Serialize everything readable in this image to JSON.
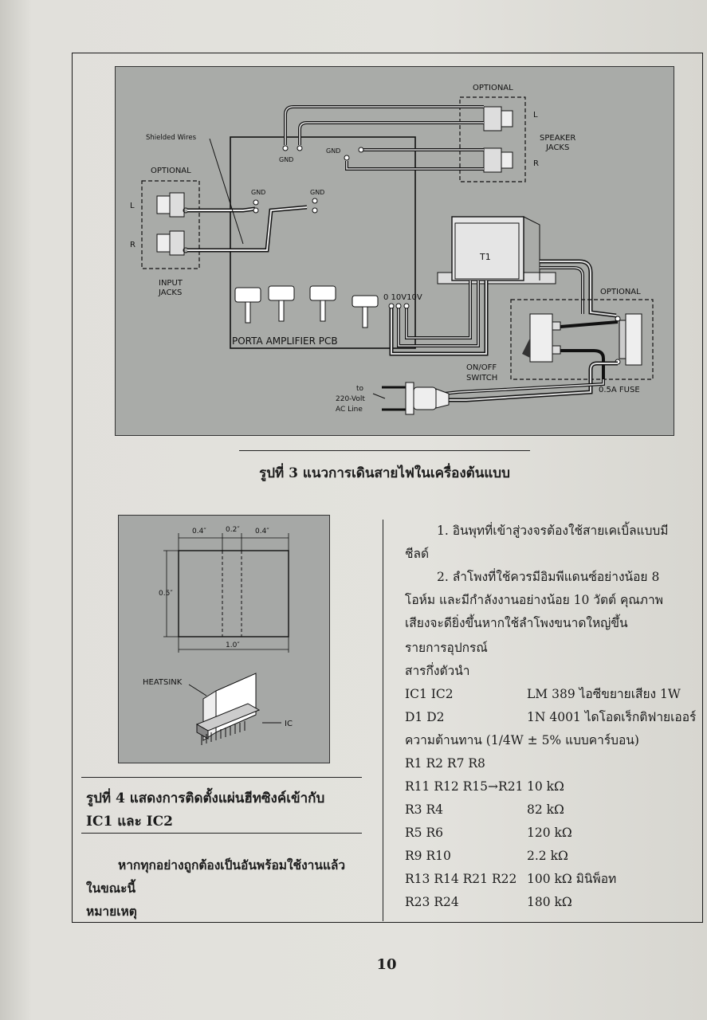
{
  "figure3": {
    "labels": {
      "optional_top": "OPTIONAL",
      "shielded_wires": "Shielded Wires",
      "optional_input": "OPTIONAL",
      "input_l": "L",
      "input_r": "R",
      "input_jacks_1": "INPUT",
      "input_jacks_2": "JACKS",
      "gnd": "GND",
      "speaker_jacks_1": "SPEAKER",
      "speaker_jacks_2": "JACKS",
      "spk_l": "L",
      "spk_r": "R",
      "transformer": "T1",
      "pcb": "PORTA AMPLIFIER PCB",
      "taps": "0 10V10V",
      "optional_fuse": "OPTIONAL",
      "switch_1": "ON/OFF",
      "switch_2": "SWITCH",
      "fuse": "0.5A FUSE",
      "ac_1": "to",
      "ac_2": "220-Volt",
      "ac_3": "AC Line"
    },
    "caption": "รูปที่ 3 แนวการเดินสายไฟในเครื่องต้นแบบ"
  },
  "figure4": {
    "labels": {
      "dim_a": "0.4″",
      "dim_b": "0.2″",
      "dim_c": "0.4″",
      "dim_h": "0.5″",
      "dim_w": "1.0″",
      "heatsink": "HEATSINK",
      "ic": "IC"
    },
    "caption_line1": "รูปที่ 4 แสดงการติดตั้งแผ่นฮีทซิงค์เข้ากับ",
    "caption_line2": "IC1 และ IC2"
  },
  "left_note": {
    "line1": "หากทุกอย่างถูกต้องเป็นอันพร้อมใช้งานแล้ว",
    "line2": "ในขณะนี้",
    "line3": "หมายเหตุ"
  },
  "right_col": {
    "note1_line1": "1. อินพุทที่เข้าสู่วงจรต้องใช้สายเคเบิ้ลแบบมี",
    "note1_line2": "ชีลด์",
    "note2_line1": "2. ลำโพงที่ใช้ควรมีอิมพีแดนซ์อย่างน้อย 8",
    "note2_line2": "โอห์ม และมีกำลังงานอย่างน้อย 10 วัตต์ คุณภาพ",
    "note2_line3": "เสียงจะดียิ่งขึ้นหากใช้ลำโพงขนาดใหญ่ขึ้น",
    "parts_title": "รายการอุปกรณ์",
    "semis_title": "สารกึ่งตัวนำ",
    "semis": [
      {
        "ref": "IC1 IC2",
        "desc": "LM 389 ไอซีขยายเสียง 1W"
      },
      {
        "ref": "D1 D2",
        "desc": "1N 4001 ไดโอดเร็กติฟายเออร์"
      }
    ],
    "resistor_title": "ความต้านทาน (1/4W ± 5% แบบคาร์บอน)",
    "resistors_first": "R1 R2 R7 R8",
    "resistors": [
      {
        "ref": "R11 R12 R15→R21",
        "desc": "10 kΩ"
      },
      {
        "ref": "R3 R4",
        "desc": "82 kΩ"
      },
      {
        "ref": "R5  R6",
        "desc": "120  kΩ"
      },
      {
        "ref": "R9 R10",
        "desc": "2.2 kΩ"
      },
      {
        "ref": "R13 R14 R21 R22",
        "desc": "100 kΩ มินิพ็อท"
      },
      {
        "ref": "R23 R24",
        "desc": "180 kΩ"
      }
    ]
  },
  "page_number": "10"
}
